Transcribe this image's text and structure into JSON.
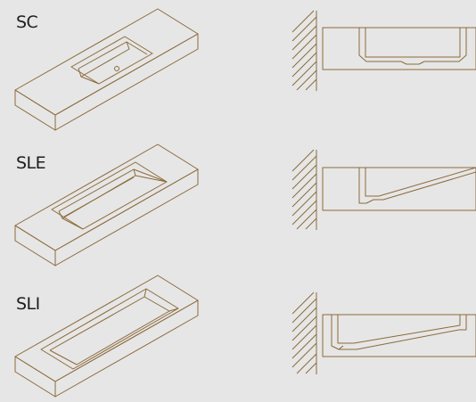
{
  "colors": {
    "background": "#e6e6e6",
    "line": "#8c6a3b",
    "text": "#1e1e1e"
  },
  "rows": [
    {
      "label": "SC"
    },
    {
      "label": "SLE"
    },
    {
      "label": "SLI"
    }
  ]
}
